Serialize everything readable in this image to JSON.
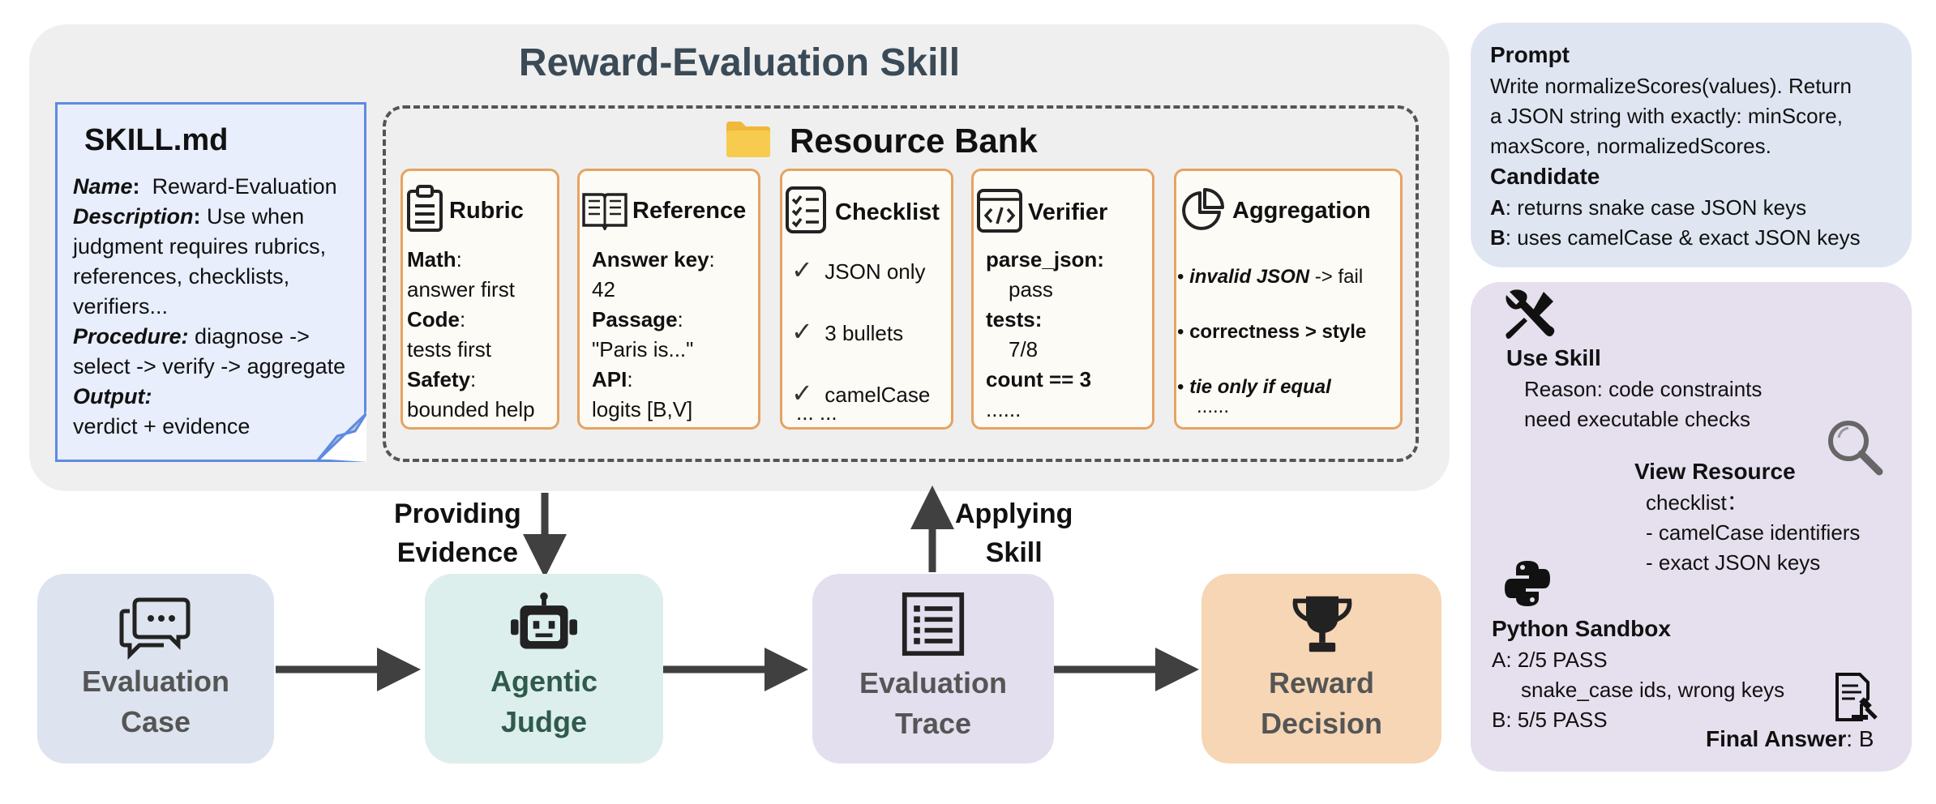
{
  "skill_panel": {
    "title": "Reward-Evaluation Skill"
  },
  "skill_md": {
    "title": "SKILL.md",
    "name_key": "Name",
    "name_value": "Reward-Evaluation",
    "description_key": "Description",
    "description_line1": "Use when",
    "description_line2": "judgment requires rubrics,",
    "description_line3": "references, checklists,",
    "description_line4": "verifiers...",
    "procedure_key": "Procedure:",
    "procedure_line1": " diagnose ->",
    "procedure_line2": "select -> verify -> aggregate",
    "output_key": "Output:",
    "output_value": "verdict + evidence"
  },
  "resource_bank": {
    "title": "Resource Bank",
    "rubric": {
      "title": "Rubric",
      "math_key": "Math",
      "math_value": "answer first",
      "code_key": "Code",
      "code_value": "tests first",
      "safety_key": "Safety",
      "safety_value": "bounded help"
    },
    "reference": {
      "title": "Reference",
      "answer_key": "Answer key",
      "answer_value": "42",
      "passage_key": "Passage",
      "passage_value": "\"Paris is...\"",
      "api_key": "API",
      "api_value": "logits [B,V]"
    },
    "checklist": {
      "title": "Checklist",
      "item1": "JSON only",
      "item2": "3 bullets",
      "item3": "camelCase",
      "more": "... ..."
    },
    "verifier": {
      "title": "Verifier",
      "parse_key": "parse_json:",
      "parse_value": "pass",
      "tests_key": "tests:",
      "tests_value": "7/8",
      "count_line": "count == 3",
      "more": "......"
    },
    "aggregation": {
      "title": "Aggregation",
      "item1_strong": "invalid JSON",
      "item1_rest": " -> fail",
      "item2": "correctness > style",
      "item3": "tie only if equal",
      "more": "......"
    }
  },
  "flow": {
    "providing_line1": "Providing",
    "providing_line2": "Evidence",
    "applying_line1": "Applying",
    "applying_line2": "Skill",
    "case_line1": "Evaluation",
    "case_line2": "Case",
    "judge_line1": "Agentic",
    "judge_line2": "Judge",
    "trace_line1": "Evaluation",
    "trace_line2": "Trace",
    "reward_line1": "Reward",
    "reward_line2": "Decision"
  },
  "prompt_panel": {
    "prompt_title": "Prompt",
    "prompt_line1": "Write normalizeScores(values). Return",
    "prompt_line2": "a JSON string with exactly: minScore,",
    "prompt_line3": "maxScore, normalizedScores.",
    "candidate_title": "Candidate",
    "cand_a_key": "A",
    "cand_a_value": ": returns snake case JSON keys",
    "cand_b_key": "B",
    "cand_b_value": ": uses camelCase & exact JSON keys"
  },
  "trace_panel": {
    "use_skill_title": "Use Skill",
    "use_skill_line1": "Reason: code constraints",
    "use_skill_line2": "need executable checks",
    "view_title": "View Resource",
    "view_line1": "checklist：",
    "view_line2": "- camelCase identifiers",
    "view_line3": "- exact JSON keys",
    "sandbox_title": "Python Sandbox",
    "sandbox_line1": "A: 2/5 PASS",
    "sandbox_line2": "snake_case ids, wrong keys",
    "sandbox_line3": "B: 5/5 PASS",
    "final_key": "Final Answer",
    "final_value": ": B"
  },
  "colors": {
    "skill_md_fill": "#e8eefb",
    "skill_md_border": "#5e8be0",
    "card_border": "#e6a362",
    "case_fill": "#dde4ef",
    "judge_fill": "#dcefec",
    "judge_text": "#2f5a4c",
    "trace_fill": "#e3dfee",
    "reward_fill": "#f6d6b4",
    "gray_text": "#555555"
  },
  "icons": [
    "folder-icon",
    "clipboard-icon",
    "book-icon",
    "checklist-icon",
    "code-icon",
    "pie-chart-icon",
    "chat-icon",
    "robot-icon",
    "document-list-icon",
    "trophy-icon",
    "tools-icon",
    "magnifier-icon",
    "python-icon",
    "judge-document-icon"
  ]
}
